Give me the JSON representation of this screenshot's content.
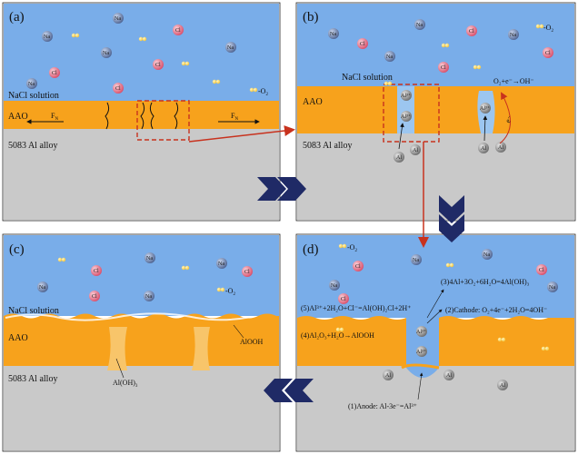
{
  "panels": {
    "a": {
      "label": "(a)",
      "solution": "NaCl  solution",
      "aao": "AAO",
      "alloy": "5083 Al alloy",
      "force": "F",
      "force_sub": "N",
      "oxygen": "-O",
      "oxygen_sub": "2"
    },
    "b": {
      "label": "(b)",
      "solution": "NaCl  solution",
      "aao": "AAO",
      "alloy": "5083 Al alloy",
      "oxygen": "-O",
      "oxygen_sub": "2",
      "reaction": "O₂+e⁻→OH⁻",
      "electron": "e⁻",
      "al_ion": "Al³⁺"
    },
    "c": {
      "label": "(c)",
      "solution": "NaCl  solution",
      "aao": "AAO",
      "alloy": "5083 Al alloy",
      "oxygen": "-O",
      "oxygen_sub": "2",
      "aloooh": "AlOOH",
      "aloh3": "Al(OH)",
      "aloh3_sub": "3"
    },
    "d": {
      "label": "(d)",
      "oxygen": "-O",
      "oxygen_sub": "2",
      "eq1": "(1)Anode: Al-3e⁻=Al³⁺",
      "eq2": "(2)Cathode: O₂+4e⁻+2H₂O=4OH⁻",
      "eq3": "(3)4Al+3O₂+6H₂O=4Al(OH)₃",
      "eq4": "(4)Al₂O₃+H₂O→AlOOH",
      "eq5": "(5)Al³⁺+2H₂O+Cl⁻=Al(OH)₂Cl+2H⁺",
      "al_ion": "Al³⁺"
    },
    "ions": {
      "na": "Na",
      "cl": "Cl",
      "al": "Al"
    }
  },
  "colors": {
    "solution": "#79ade9",
    "aao": "#f7a21c",
    "alloy": "#c9c9c9",
    "na": "#6a7fa6",
    "cl": "#e0667d",
    "al": "#888888",
    "arrow": "#c8321e",
    "chevron": "#1f2a66"
  }
}
